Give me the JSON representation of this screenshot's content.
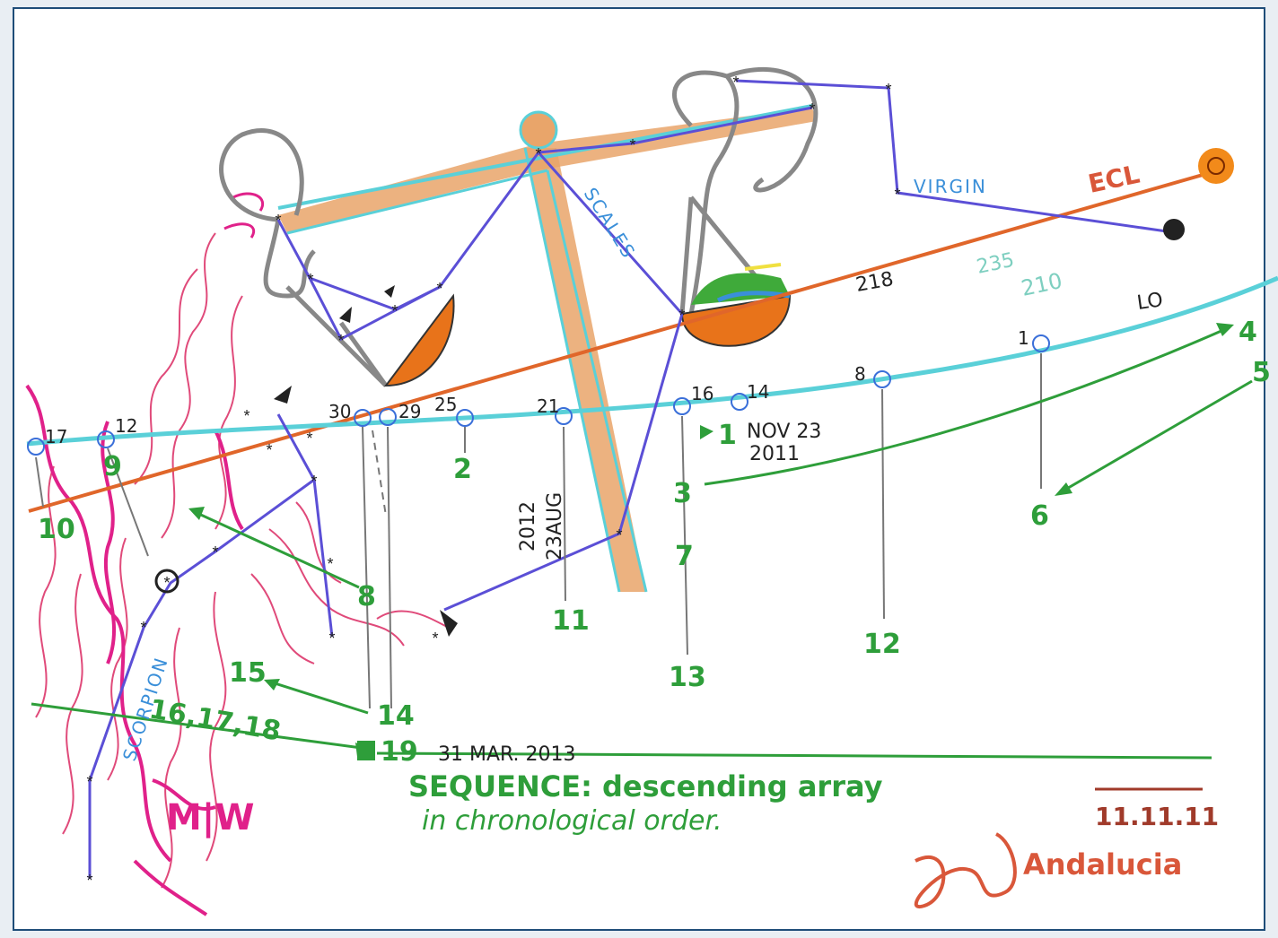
{
  "labels": {
    "virgin": "VIRGIN",
    "ecl": "ECL",
    "scales": "SCALES",
    "scorpion": "SCORPION",
    "lo": "LO",
    "mw": "M|W",
    "n218": "218",
    "date_nov": "NOV 23",
    "date_nov_year": "2011",
    "date_aug": "2012",
    "date_aug2": "23AUG",
    "date_mar": "31 MAR. 2013",
    "sequence_line1": "SEQUENCE: descending array",
    "sequence_line2": "in chronological order.",
    "date_code": "11.11.11",
    "place": "Andalucia",
    "note_235": "235",
    "note_210": "210"
  },
  "dot_labels": [
    "17",
    "12",
    "30",
    "29",
    "25",
    "21",
    "16",
    "14",
    "8",
    "1"
  ],
  "sequence_numbers": [
    "1",
    "2",
    "3",
    "4",
    "5",
    "6",
    "7",
    "8",
    "9",
    "10",
    "11",
    "12",
    "13",
    "14",
    "15",
    "16,17,18",
    "19"
  ],
  "colors": {
    "frame": "#1f4d78",
    "ecliptic": "#e0662a",
    "orbit": "#5ad0d8",
    "constellation": "#5b4fd6",
    "sequence": "#2e9e3a",
    "scorpion": "#e0218a",
    "signature": "#d9573a",
    "beam": "#e9a56a"
  }
}
